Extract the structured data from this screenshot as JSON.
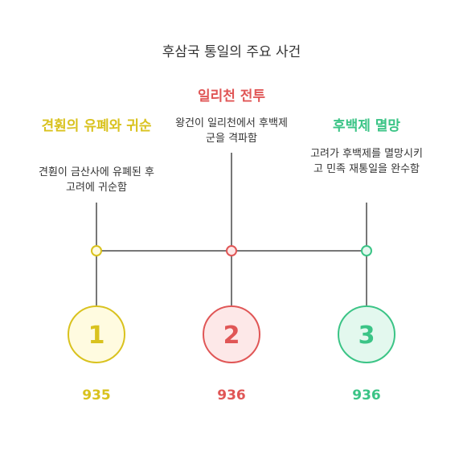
{
  "title": "후삼국 통일의 주요 사건",
  "colors": {
    "yellow": "#d9c21e",
    "red": "#e05656",
    "green": "#3bc486",
    "line": "#666666"
  },
  "events": [
    {
      "title": "견훤의 유폐와 귀순",
      "desc": "견훤이 금산사에 유폐된 후 고려에 귀순함",
      "number": "1",
      "year": "935"
    },
    {
      "title": "일리천 전투",
      "desc": "왕건이 일리천에서 후백제군을 격파함",
      "number": "2",
      "year": "936"
    },
    {
      "title": "후백제 멸망",
      "desc": "고려가 후백제를 멸망시키고 민족 재통일을 완수함",
      "number": "3",
      "year": "936"
    }
  ]
}
